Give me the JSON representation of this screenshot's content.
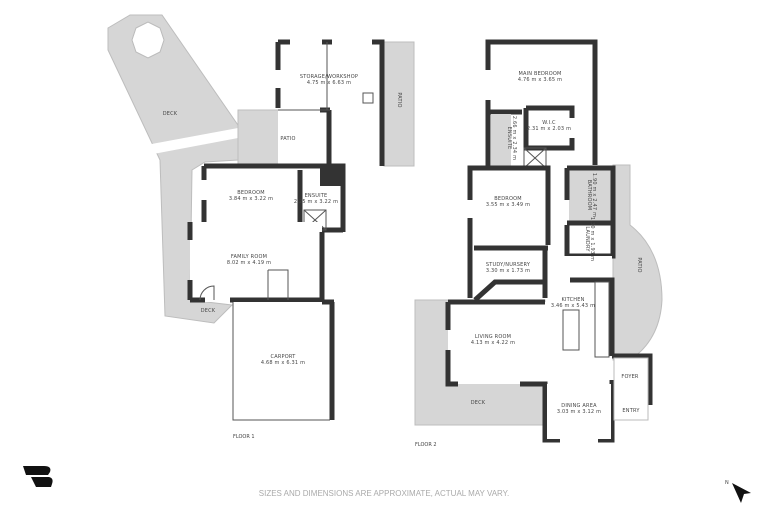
{
  "floor1": {
    "label": "FLOOR 1",
    "rooms": {
      "deck": {
        "name": "DECK"
      },
      "patio": {
        "name": "PATIO"
      },
      "patio_side": {
        "name": "PATIO"
      },
      "storage": {
        "name": "STORAGE/WORKSHOP",
        "size": "4.75 m x 6.63 m"
      },
      "bedroom": {
        "name": "BEDROOM",
        "size": "3.84 m x 3.22 m"
      },
      "ensuite": {
        "name": "ENSUITE",
        "size": "2.25 m x 3.22 m"
      },
      "family": {
        "name": "FAMILY ROOM",
        "size": "8.02 m x 4.19 m"
      },
      "deck_small": {
        "name": "DECK"
      },
      "carport": {
        "name": "CARPORT",
        "size": "4.68 m x 6.31 m"
      }
    }
  },
  "floor2": {
    "label": "FLOOR 2",
    "rooms": {
      "main_bedroom": {
        "name": "MAIN BEDROOM",
        "size": "4.76 m x 3.65 m"
      },
      "wic": {
        "name": "W.I.C",
        "size": "2.31 m x 2.03 m"
      },
      "ensuite": {
        "name": "ENSUITE",
        "size": "2.66 m x 2.34 m"
      },
      "bedroom": {
        "name": "BEDROOM",
        "size": "3.55 m x 3.49 m"
      },
      "bathroom": {
        "name": "BATHROOM",
        "size": "1.90 m x 2.47 m"
      },
      "laundry": {
        "name": "LAUNDRY",
        "size": "1.30 m x 1.93 m"
      },
      "study": {
        "name": "STUDY/NURSERY",
        "size": "3.30 m x 1.73 m"
      },
      "kitchen": {
        "name": "KITCHEN",
        "size": "3.46 m x 5.43 m"
      },
      "patio": {
        "name": "PATIO"
      },
      "living": {
        "name": "LIVING ROOM",
        "size": "4.13 m x 4.22 m"
      },
      "deck": {
        "name": "DECK"
      },
      "dining": {
        "name": "DINING AREA",
        "size": "3.03 m x 3.12 m"
      },
      "foyer": {
        "name": "FOYER"
      },
      "entry": {
        "name": "ENTRY"
      }
    }
  },
  "compass": {
    "label": "N",
    "icon": "north-arrow-icon"
  },
  "logo": {
    "icon": "brand-logo-icon"
  },
  "disclaimer": "SIZES AND DIMENSIONS ARE APPROXIMATE, ACTUAL MAY VARY."
}
